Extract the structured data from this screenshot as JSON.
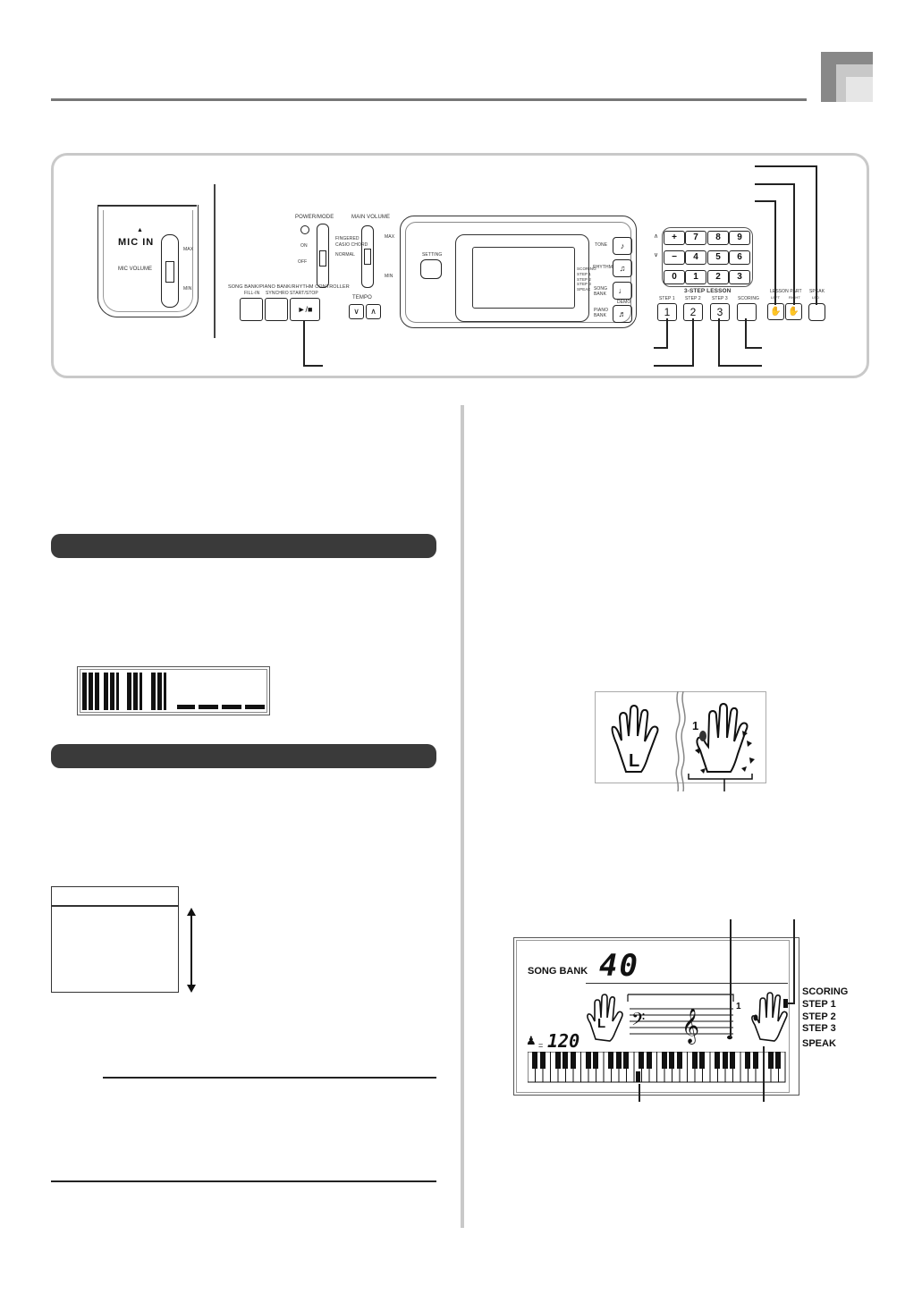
{
  "panel": {
    "mic": {
      "label": "MIC IN",
      "volume_label": "MIC VOLUME",
      "max": "MAX",
      "min": "MIN"
    },
    "power_mode": {
      "label": "POWER/MODE",
      "on": "ON",
      "off": "OFF",
      "modes": [
        "FINGERED",
        "CASIO CHORD",
        "NORMAL"
      ]
    },
    "main_volume": {
      "label": "MAIN VOLUME",
      "max": "MAX",
      "min": "MIN"
    },
    "controller": {
      "label": "SONG BANK/PIANO BANK/RHYTHM CONTROLLER",
      "fill_in": "FILL-IN",
      "synchro": "SYNCHRO",
      "start_stop": "START/STOP",
      "start_stop_symbol": "►/■"
    },
    "tempo": {
      "label": "TEMPO",
      "down": "∨",
      "up": "∧"
    },
    "setting": "SETTING",
    "display_indicators": [
      "SCORING",
      "STEP 1",
      "STEP 2",
      "STEP 3",
      "SPEAK"
    ],
    "mode_buttons": [
      {
        "label": "TONE"
      },
      {
        "label": "RHYTHM"
      },
      {
        "label": "SONG BANK"
      },
      {
        "label": "PIANO BANK"
      }
    ],
    "demo": "DEMO",
    "numpad": {
      "row1": [
        "+",
        "7",
        "8",
        "9"
      ],
      "row2": [
        "−",
        "4",
        "5",
        "6"
      ],
      "row3": [
        "0",
        "1",
        "2",
        "3"
      ],
      "up": "∧",
      "down": "∨"
    },
    "lesson": {
      "title": "3-STEP LESSON",
      "step1": "STEP 1",
      "step2": "STEP 2",
      "step3": "STEP 3",
      "scoring": "SCORING",
      "keys": [
        "1",
        "2",
        "3"
      ]
    },
    "lesson_part": {
      "label": "LESSON PART",
      "left": "LEFT",
      "right": "RIGHT"
    },
    "speak": {
      "label": "SPEAK",
      "sub": "LED"
    }
  },
  "fingering_diagram": {
    "left_hand": "L",
    "finger_number": "1"
  },
  "lcd": {
    "mode": "SONG BANK",
    "number": "40",
    "left_hand": "L",
    "finger_number": "1",
    "tempo": "120",
    "indicators": [
      "SCORING",
      "STEP 1",
      "STEP 2",
      "STEP 3",
      "SPEAK"
    ]
  }
}
